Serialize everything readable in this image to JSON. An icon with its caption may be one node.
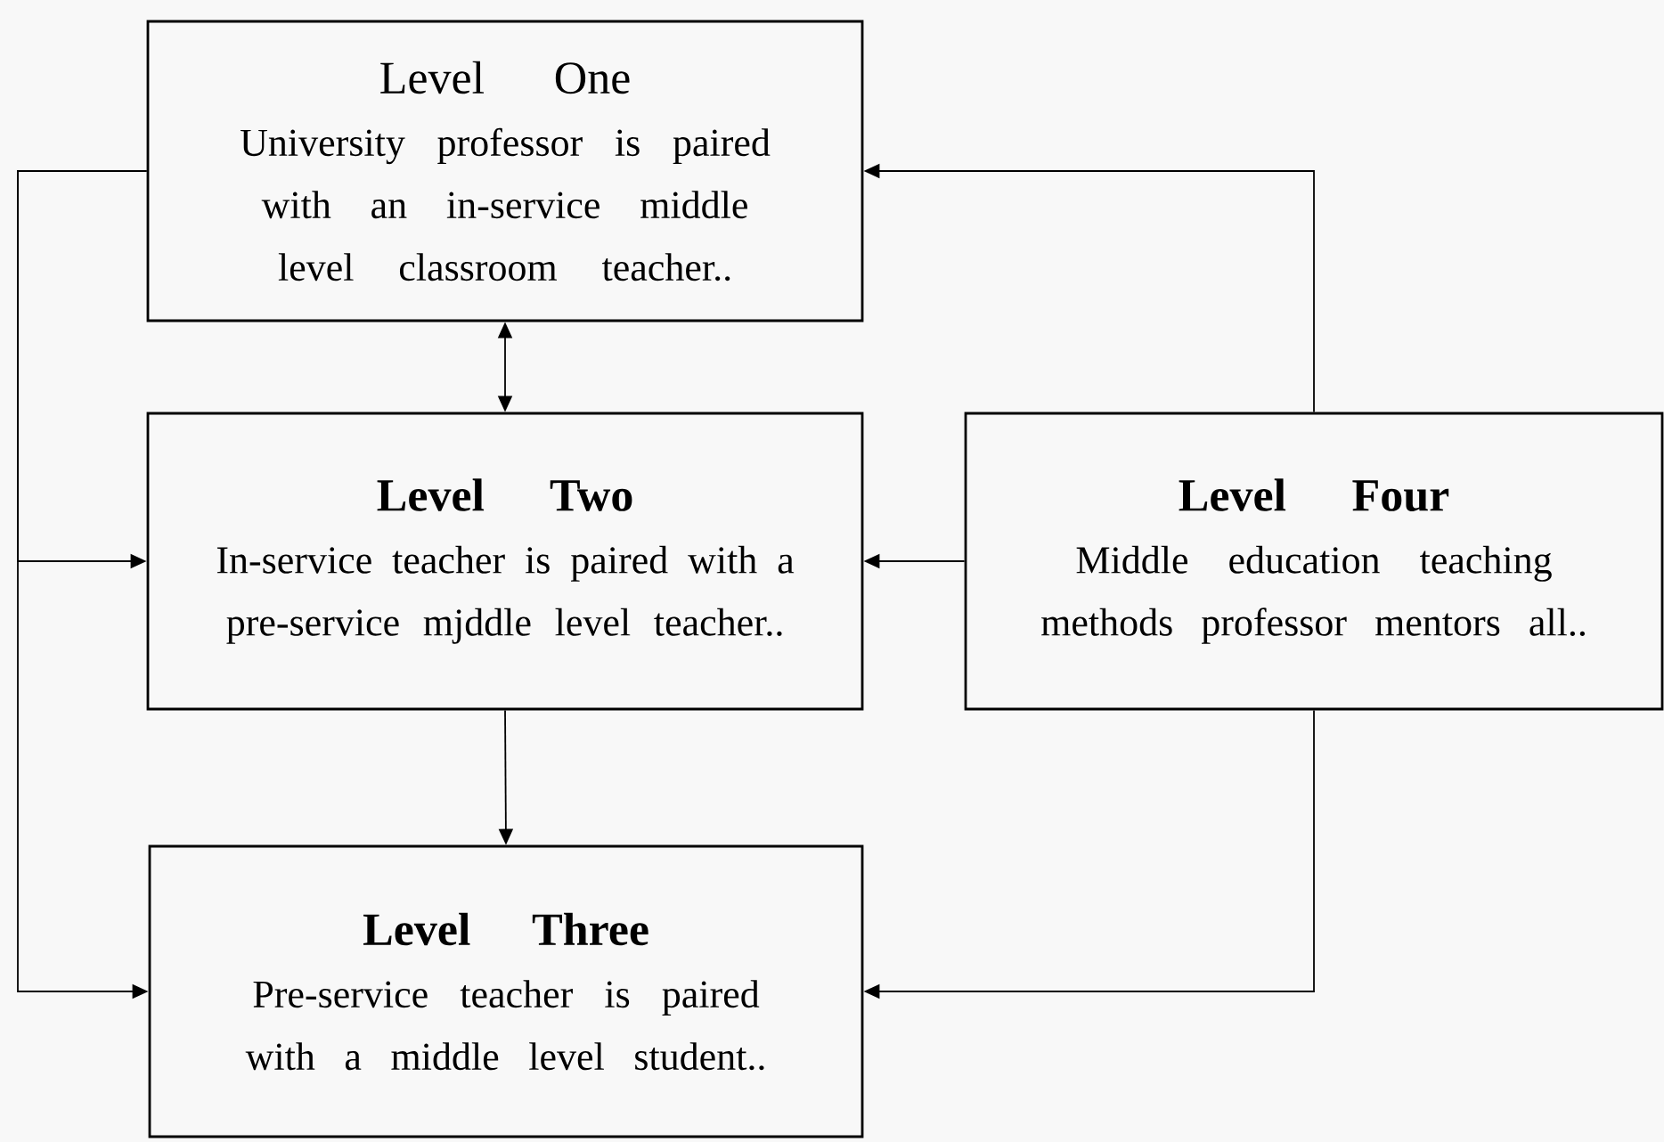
{
  "diagram": {
    "nodes": [
      {
        "text": [
          "Level One",
          "University professor is paired with an in-service middle level classroom teacher.."
        ]
      },
      {
        "text": [
          "Level Two",
          "In-service teacher is paired with a pre-service mjddle level teacher.."
        ]
      },
      {
        "text": [
          "Level Three",
          "Pre-service teacher is paired with a middle level student.."
        ]
      },
      {
        "text": [
          "Level Four",
          "Middle education teaching methods professor mentors all.."
        ]
      }
    ],
    "edges": [
      {
        "from": 0,
        "to": 1,
        "arrow": "to"
      },
      {
        "from": 0,
        "to": 2,
        "arrow": "to"
      },
      {
        "from": 0,
        "to": 1,
        "arrow": "both"
      },
      {
        "from": 1,
        "to": 2,
        "arrow": "to"
      },
      {
        "from": 3,
        "to": 0,
        "arrow": "to"
      },
      {
        "from": 3,
        "to": 1,
        "arrow": "to"
      },
      {
        "from": 3,
        "to": 2,
        "arrow": "to"
      }
    ]
  }
}
